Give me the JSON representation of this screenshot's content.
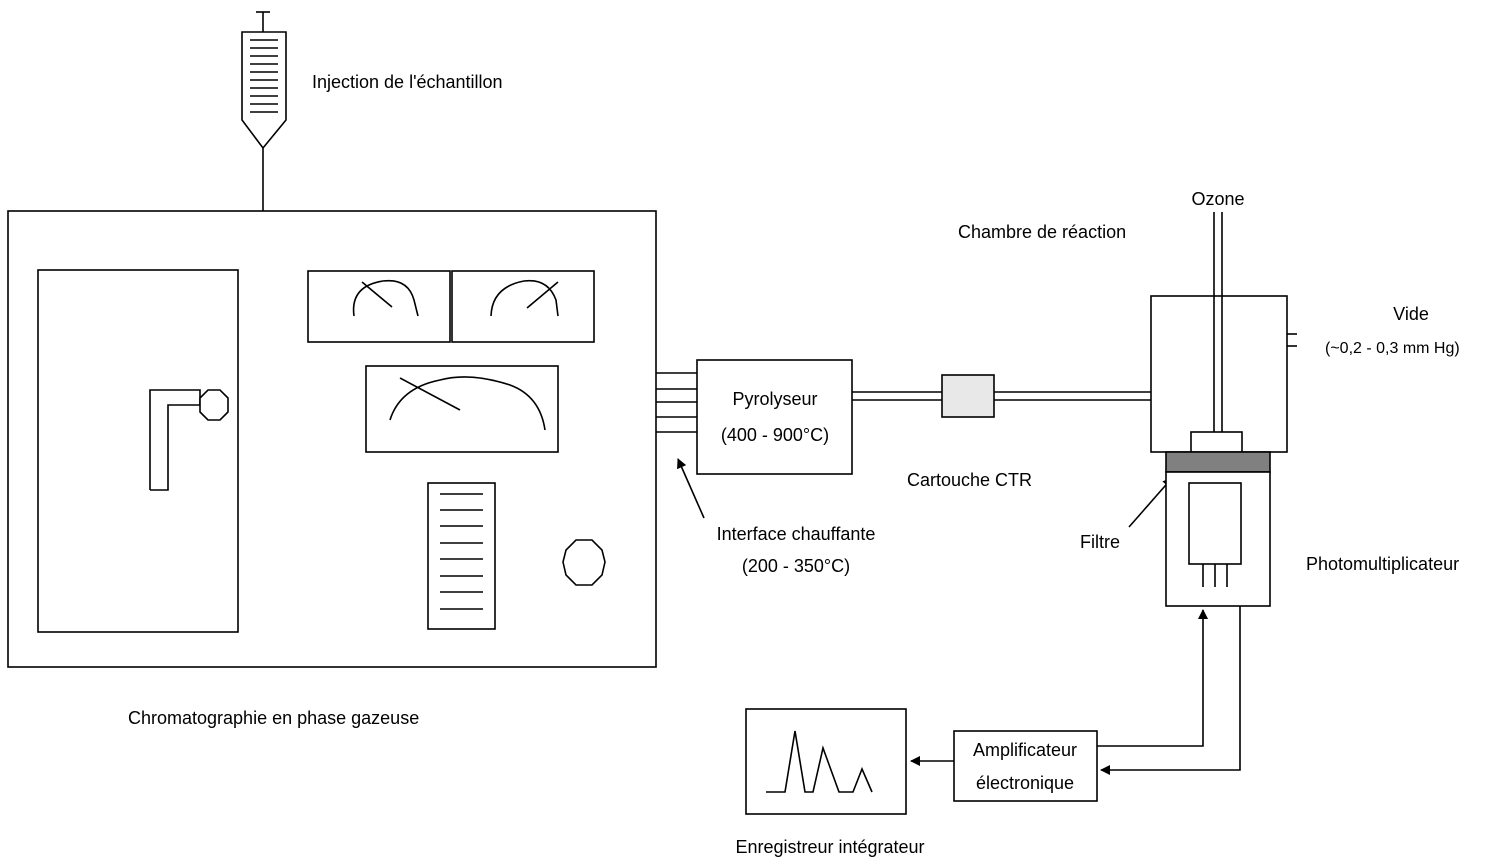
{
  "labels": {
    "injection": "Injection de l'échantillon",
    "gc": "Chromatographie en phase gazeuse",
    "pyrolyzer_line1": "Pyrolyseur",
    "pyrolyzer_line2": "(400 - 900°C)",
    "interface_line1": "Interface chauffante",
    "interface_line2": "(200 - 350°C)",
    "ctr": "Cartouche CTR",
    "ozone": "Ozone",
    "chamber": "Chambre de réaction",
    "vacuum_line1": "Vide",
    "vacuum_line2": "(~0,2 - 0,3 mm Hg)",
    "filter": "Filtre",
    "pmt": "Photomultiplicateur",
    "amp_line1": "Amplificateur",
    "amp_line2": "électronique",
    "recorder": "Enregistreur intégrateur"
  },
  "colors": {
    "line": "#000000",
    "cartridge_fill": "#e8e8e8",
    "filter_fill": "#808080",
    "background": "#ffffff"
  }
}
